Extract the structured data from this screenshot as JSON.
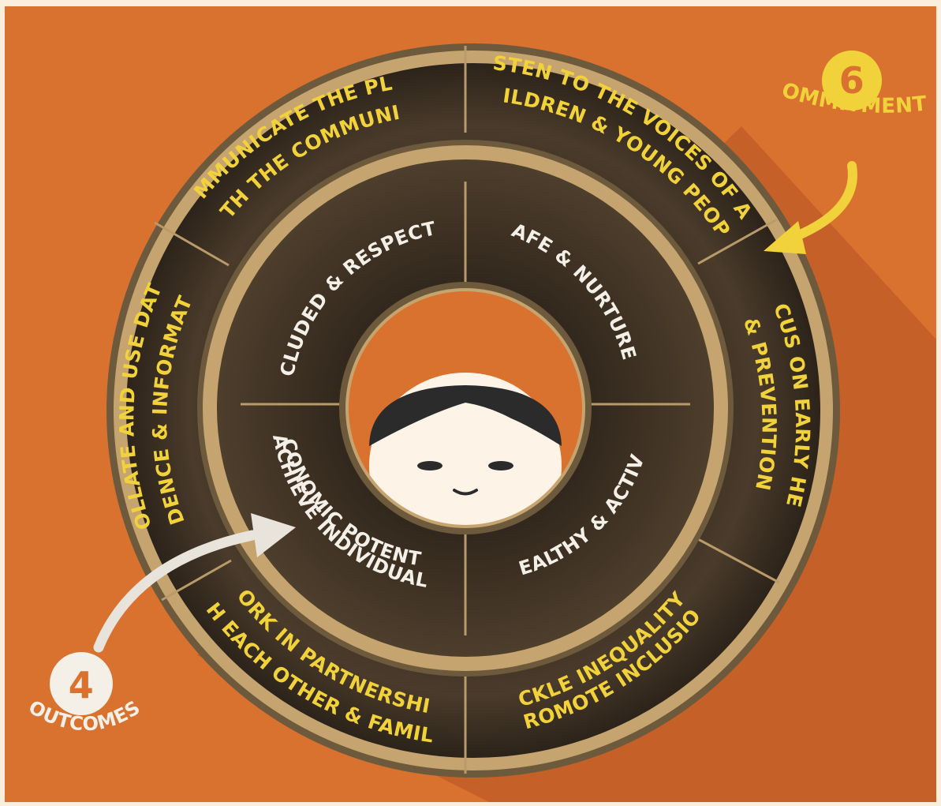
{
  "colors": {
    "background": "#d9722f",
    "frame": "#fbeedd",
    "ring_tan": "#c5a46f",
    "ring_dark": "#3b2f22",
    "commitment_text": "#f2d23a",
    "outcome_text": "#f4f0e8",
    "face_skin": "#fdf3e6",
    "hair": "#2b2b2b"
  },
  "commitments": {
    "count": "6",
    "label": "COMMITMENTS",
    "items": [
      {
        "line1": "LISTEN TO THE VOICES OF ALL",
        "line2": "CHILDREN & YOUNG PEOPLE"
      },
      {
        "line1": "FOCUS ON EARLY HELP",
        "line2": "& PREVENTION"
      },
      {
        "line1": "TACKLE INEQUALITY &",
        "line2": "PROMOTE INCLUSION"
      },
      {
        "line1": "WORK IN PARTNERSHIP",
        "line2": "WITH EACH OTHER & FAMILIES"
      },
      {
        "line1": "COLLATE AND USE DATA",
        "line2": "EVIDENCE & INFORMATION"
      },
      {
        "line1": "COMMUNICATE THE PLAN",
        "line2": "WITH THE COMMUNITY"
      }
    ]
  },
  "outcomes": {
    "count": "4",
    "label": "OUTCOMES",
    "items": [
      {
        "line1": "SAFE & NURTURED",
        "line2": ""
      },
      {
        "line1": "HEALTHY & ACTIVE",
        "line2": ""
      },
      {
        "line1": "ACHIEVE INDIVIDUAL",
        "line2": "& ECONOMIC POTENTIAL"
      },
      {
        "line1": "INCLUDED & RESPECTED",
        "line2": ""
      }
    ]
  },
  "icons": {
    "center": "child-face-icon",
    "commitments_arrow": "curved-arrow-icon",
    "outcomes_arrow": "curved-arrow-icon"
  }
}
